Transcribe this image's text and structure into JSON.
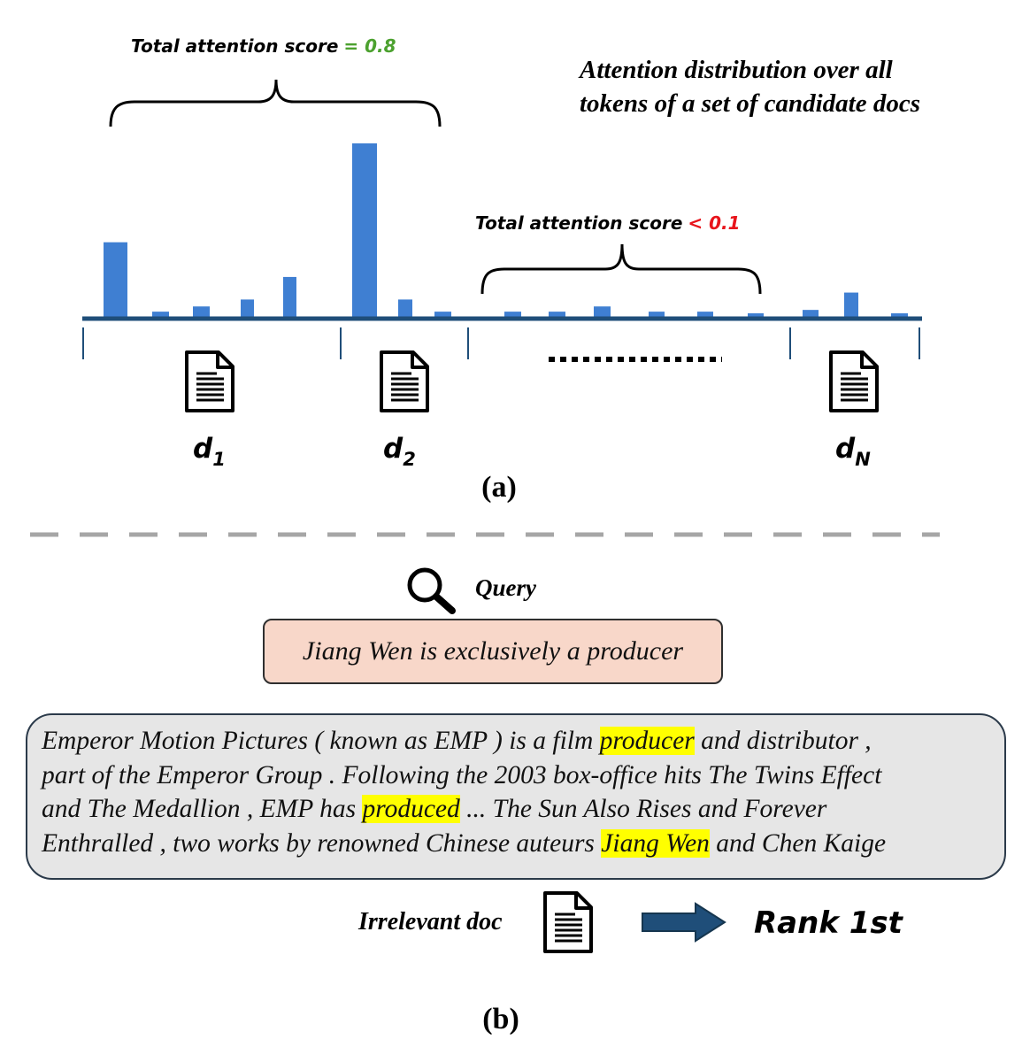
{
  "panel_a": {
    "caption": "(a)",
    "header": [
      "Attention distribution over all",
      "tokens of a set of candidate docs"
    ],
    "group_high": {
      "label": "Total attention score",
      "value": "= 0.8",
      "value_color": "#4ca12f"
    },
    "group_low": {
      "label": "Total attention score",
      "value": "< 0.1",
      "value_color": "#e8141b"
    },
    "docs": [
      {
        "name": "d",
        "sub": "1"
      },
      {
        "name": "d",
        "sub": "2"
      },
      {
        "name": "d",
        "sub": "N"
      }
    ],
    "bar_color": "#3f7fd2",
    "axis_color": "#1f4e79",
    "attention_bars": [
      0.43,
      0.03,
      0.06,
      0.1,
      0.23,
      1.0,
      0.1,
      0.03,
      0.03,
      0.03,
      0.06,
      0.03,
      0.03,
      0.02,
      0.04,
      0.14,
      0.02
    ]
  },
  "panel_b": {
    "caption": "(b)",
    "query_label": "Query",
    "query_text": "Jiang Wen is exclusively a producer",
    "doc_lines": [
      [
        {
          "t": "Emperor Motion Pictures ( known as EMP ) is a film "
        },
        {
          "t": "producer",
          "hl": true
        },
        {
          "t": " and distributor ,"
        }
      ],
      [
        {
          "t": "part of the Emperor Group . Following the 2003 box-office hits The Twins Effect"
        }
      ],
      [
        {
          "t": "and The Medallion , EMP has "
        },
        {
          "t": "produced",
          "hl": true
        },
        {
          "t": " ... The Sun Also Rises and Forever"
        }
      ],
      [
        {
          "t": "Enthralled , two works by renowned Chinese auteurs "
        },
        {
          "t": "Jiang Wen",
          "hl": true
        },
        {
          "t": " and Chen Kaige"
        }
      ]
    ],
    "doc_label": "Irrelevant doc",
    "rank_text": "Rank 1st",
    "highlight_color": "#ffff00",
    "arrow_color": "#1f4e79"
  },
  "icons": [
    "document-icon",
    "magnifier-icon",
    "right-arrow-icon"
  ]
}
